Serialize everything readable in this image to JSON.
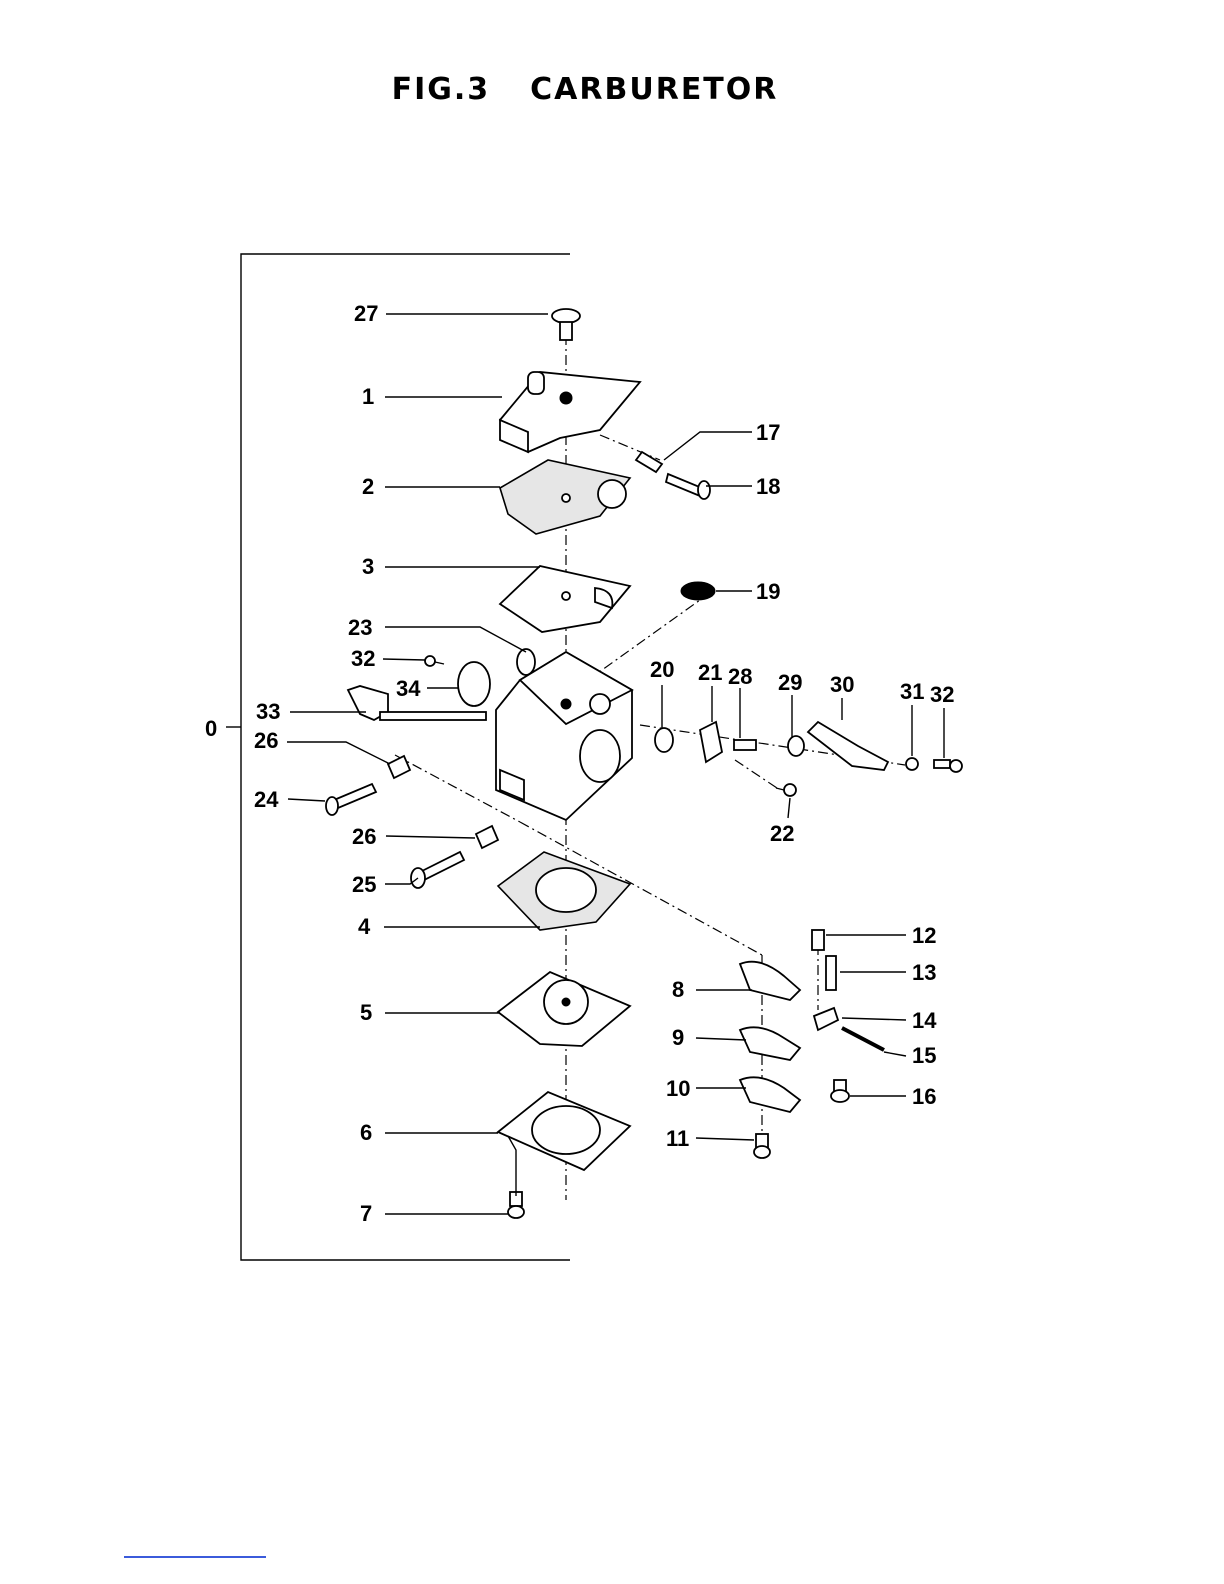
{
  "figure": {
    "number": "FIG.3",
    "name": "CARBURETOR"
  },
  "callouts": {
    "c0": "0",
    "c1": "1",
    "c2": "2",
    "c3": "3",
    "c4": "4",
    "c5": "5",
    "c6": "6",
    "c7": "7",
    "c8": "8",
    "c9": "9",
    "c10": "10",
    "c11": "11",
    "c12": "12",
    "c13": "13",
    "c14": "14",
    "c15": "15",
    "c16": "16",
    "c17": "17",
    "c18": "18",
    "c19": "19",
    "c20": "20",
    "c21": "21",
    "c22": "22",
    "c23": "23",
    "c24": "24",
    "c25": "25",
    "c26a": "26",
    "c26b": "26",
    "c27": "27",
    "c28": "28",
    "c29": "29",
    "c30": "30",
    "c31": "31",
    "c32a": "32",
    "c32b": "32",
    "c33": "33",
    "c34": "34"
  }
}
